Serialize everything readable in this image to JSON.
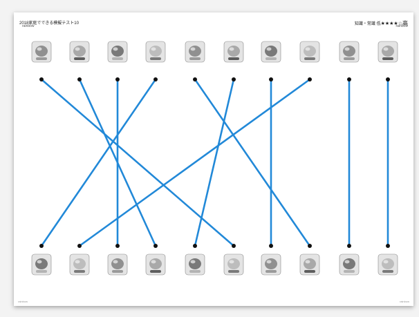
{
  "header": {
    "title": "2018家庭でできる模擬テスト10",
    "brand_left": "rainbow",
    "category": "知識・常識",
    "level_prefix": "低",
    "stars": "★★★★☆",
    "level_suffix": "高",
    "brand_right": "rainbow"
  },
  "footer": {
    "left": "rainbow",
    "right": "rainbow"
  },
  "colors": {
    "line": "#2289d8",
    "dot": "#111111"
  },
  "top_items": [
    {
      "icon": "bag-of-charcoal-icon"
    },
    {
      "icon": "crane-bird-icon"
    },
    {
      "icon": "frog-icon"
    },
    {
      "icon": "tweezers-icon"
    },
    {
      "icon": "bat-icon"
    },
    {
      "icon": "axe-icon"
    },
    {
      "icon": "bowl-icon"
    },
    {
      "icon": "lemon-slice-icon"
    },
    {
      "icon": "potato-icon"
    },
    {
      "icon": "tree-icon"
    }
  ],
  "bottom_items": [
    {
      "icon": "chick-icon"
    },
    {
      "icon": "grandmother-icon"
    },
    {
      "icon": "treasure-box-icon"
    },
    {
      "icon": "loom-icon"
    },
    {
      "icon": "hand-drum-icon"
    },
    {
      "icon": "clock-icon"
    },
    {
      "icon": "kappa-figure-icon"
    },
    {
      "icon": "kintaro-figure-icon"
    },
    {
      "icon": "raccoon-dog-icon"
    },
    {
      "icon": "bucket-icon"
    }
  ],
  "connections": [
    [
      0,
      5
    ],
    [
      1,
      3
    ],
    [
      2,
      2
    ],
    [
      3,
      0
    ],
    [
      4,
      7
    ],
    [
      5,
      4
    ],
    [
      6,
      6
    ],
    [
      7,
      1
    ],
    [
      8,
      8
    ],
    [
      9,
      9
    ]
  ]
}
